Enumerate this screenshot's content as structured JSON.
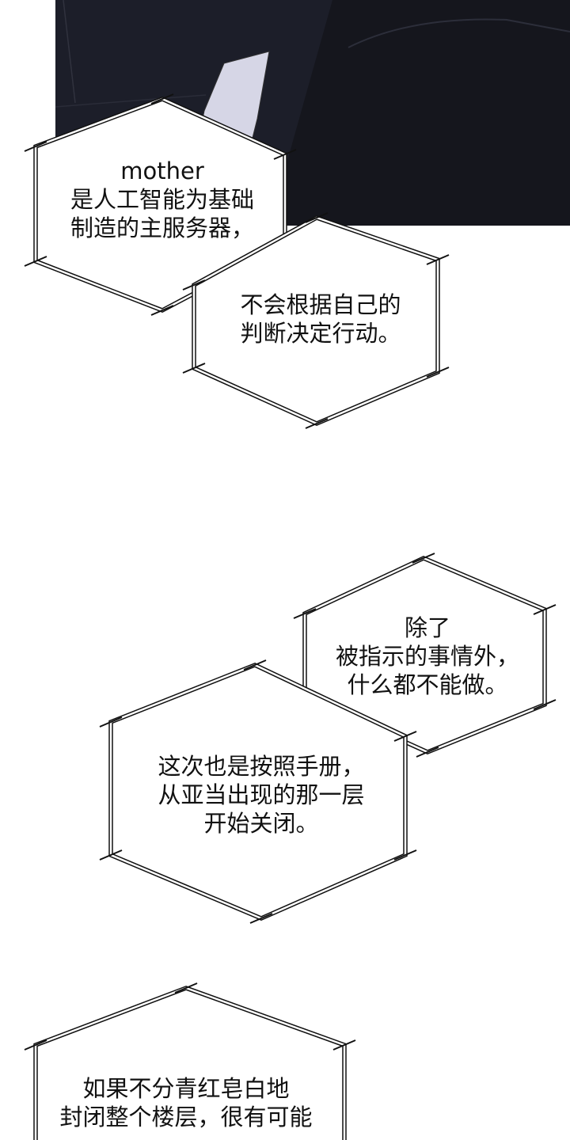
{
  "colors": {
    "panel_dark": "#1a1c26",
    "shirt": "#d8d8e6",
    "bubble_fill": "#ffffff",
    "bubble_stroke": "#111111"
  },
  "bubbles": [
    {
      "lines": [
        "mother",
        "是人工智能为基础",
        "制造的主服务器，"
      ]
    },
    {
      "lines": [
        "不会根据自己的",
        "判断决定行动。"
      ]
    },
    {
      "lines": [
        "除了",
        "被指示的事情外，",
        "什么都不能做。"
      ]
    },
    {
      "lines": [
        "这次也是按照手册，",
        "从亚当出现的那一层",
        "开始关闭。"
      ]
    },
    {
      "lines": [
        "如果不分青红皂白地",
        "封闭整个楼层，很有可能"
      ]
    }
  ]
}
